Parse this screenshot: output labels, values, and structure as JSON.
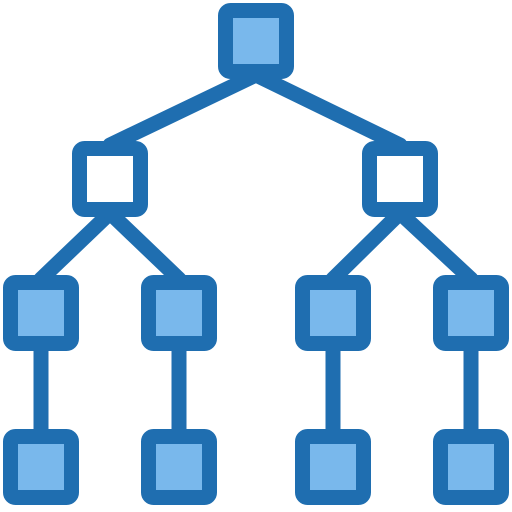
{
  "icon": {
    "name": "hierarchy-tree-icon",
    "stroke_color": "#1f6eb0",
    "filled_node_color": "#79b8ec",
    "empty_node_color": "#ffffff"
  },
  "nodes": [
    {
      "id": "root",
      "level": 0,
      "filled": true
    },
    {
      "id": "mid-left",
      "level": 1,
      "filled": false
    },
    {
      "id": "mid-right",
      "level": 1,
      "filled": false
    },
    {
      "id": "leaf-1-top",
      "level": 2,
      "filled": true
    },
    {
      "id": "leaf-2-top",
      "level": 2,
      "filled": true
    },
    {
      "id": "leaf-3-top",
      "level": 2,
      "filled": true
    },
    {
      "id": "leaf-4-top",
      "level": 2,
      "filled": true
    },
    {
      "id": "leaf-1-bottom",
      "level": 3,
      "filled": true
    },
    {
      "id": "leaf-2-bottom",
      "level": 3,
      "filled": true
    },
    {
      "id": "leaf-3-bottom",
      "level": 3,
      "filled": true
    },
    {
      "id": "leaf-4-bottom",
      "level": 3,
      "filled": true
    }
  ],
  "edges": [
    {
      "from": "root",
      "to": "mid-left"
    },
    {
      "from": "root",
      "to": "mid-right"
    },
    {
      "from": "mid-left",
      "to": "leaf-1-top"
    },
    {
      "from": "mid-left",
      "to": "leaf-2-top"
    },
    {
      "from": "mid-right",
      "to": "leaf-3-top"
    },
    {
      "from": "mid-right",
      "to": "leaf-4-top"
    },
    {
      "from": "leaf-1-top",
      "to": "leaf-1-bottom"
    },
    {
      "from": "leaf-2-top",
      "to": "leaf-2-bottom"
    },
    {
      "from": "leaf-3-top",
      "to": "leaf-3-bottom"
    },
    {
      "from": "leaf-4-top",
      "to": "leaf-4-bottom"
    }
  ]
}
